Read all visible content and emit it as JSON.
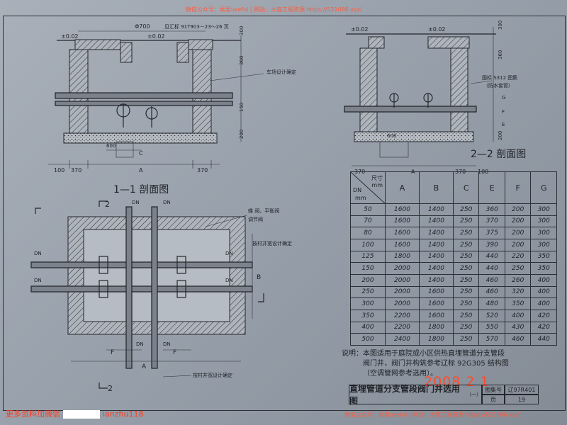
{
  "watermark_top": "微信公众号：侯君useful  |  网站：大猫工程资源 https://521686.xyz/",
  "watermark_bottom": "微信公众号：侯君useful  |  网站：大猫工程资源 https://521686.xyz/",
  "footer_text": "更多资料加微信",
  "footer_handle": "ianzhu118",
  "date_stamp": "2008  2  1",
  "section_1": {
    "title": "1—1 剖面图",
    "labels": {
      "phi700": "Φ700",
      "cover": "见汇标 91T903－23～26 页",
      "pm002_left": "±0.02",
      "pm002_right": "±0.02",
      "h300": "300",
      "h360": "360",
      "h150": "150",
      "h200": "200",
      "road_note": "车场设计确定",
      "d100": "100",
      "d370": "370",
      "d600": "600",
      "dC": "C",
      "dA": "A"
    }
  },
  "section_2": {
    "title": "2—2 剖面图",
    "labels": {
      "pm002a": "±0.02",
      "pm002b": "±0.02",
      "h300": "300",
      "h360": "360",
      "std_note_1": "国标 S312 图集",
      "std_note_2": "（防水套管）",
      "d600": "600",
      "h200": "200",
      "d370a": "370",
      "d100": "100",
      "d370b": "370",
      "dA": "A",
      "dE": "E",
      "dF": "F",
      "dG": "G"
    }
  },
  "plan": {
    "cut_top": "2",
    "cut_bottom": "2",
    "dn": "DN",
    "valve_note": "蝶 阀、平衡阀",
    "gate_note": "调节阀",
    "design_note": "按村井宽设计确定",
    "bottom_note": "按村井宽设计确定",
    "dB": "B",
    "dF": "F",
    "dA": "A"
  },
  "table": {
    "header_dim": "尺寸",
    "header_unit": "mm",
    "header_dn": "DN",
    "header_dn_unit": "mm",
    "columns": [
      "A",
      "B",
      "C",
      "E",
      "F",
      "G"
    ],
    "rows": [
      {
        "dn": "50",
        "v": [
          "1600",
          "1400",
          "250",
          "360",
          "200",
          "300"
        ]
      },
      {
        "dn": "70",
        "v": [
          "1600",
          "1400",
          "250",
          "370",
          "200",
          "300"
        ]
      },
      {
        "dn": "80",
        "v": [
          "1600",
          "1400",
          "250",
          "375",
          "200",
          "300"
        ]
      },
      {
        "dn": "100",
        "v": [
          "1600",
          "1400",
          "250",
          "390",
          "200",
          "300"
        ]
      },
      {
        "dn": "125",
        "v": [
          "1800",
          "1400",
          "250",
          "440",
          "220",
          "350"
        ]
      },
      {
        "dn": "150",
        "v": [
          "2000",
          "1400",
          "250",
          "440",
          "250",
          "350"
        ]
      },
      {
        "dn": "200",
        "v": [
          "2000",
          "1400",
          "250",
          "460",
          "260",
          "400"
        ]
      },
      {
        "dn": "250",
        "v": [
          "2000",
          "1600",
          "250",
          "460",
          "320",
          "400"
        ]
      },
      {
        "dn": "300",
        "v": [
          "2000",
          "1600",
          "250",
          "480",
          "350",
          "400"
        ]
      },
      {
        "dn": "350",
        "v": [
          "2200",
          "1600",
          "250",
          "520",
          "400",
          "420"
        ]
      },
      {
        "dn": "400",
        "v": [
          "2200",
          "1800",
          "250",
          "550",
          "430",
          "420"
        ]
      },
      {
        "dn": "500",
        "v": [
          "2400",
          "1800",
          "250",
          "570",
          "460",
          "440"
        ]
      }
    ]
  },
  "notes": {
    "label": "说明：",
    "line1": "本图适用于庭院或小区供热直埋管道分支管段",
    "line2": "阀门井，阀门井构筑参考辽标 92G305 结构图",
    "line3": "（空调管网参考选用）。"
  },
  "title_block": {
    "title": "直埋管道分支管段阀门井选用图",
    "suffix": "（一）",
    "atlas_label": "图集号",
    "atlas_no": "辽97R401",
    "page_label": "页",
    "page_no": "19"
  }
}
